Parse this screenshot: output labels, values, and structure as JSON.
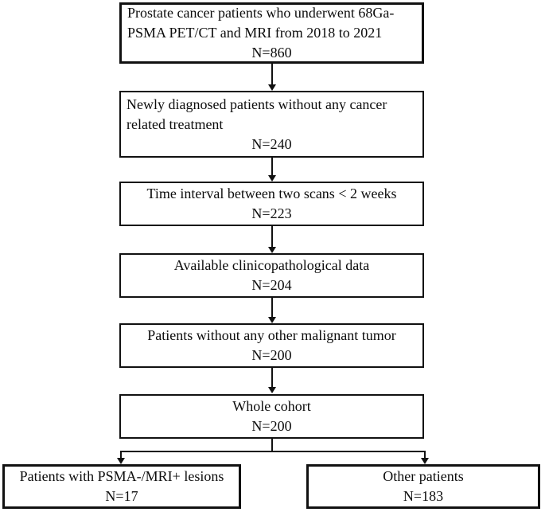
{
  "figure": {
    "background_color": "#ffffff",
    "line_color": "#111111",
    "text_color": "#0d0d0d"
  },
  "flowchart": {
    "boxes": [
      {
        "id": "initial-cohort",
        "lines": [
          "Prostate cancer patients who underwent 68Ga-",
          "PSMA PET/CT and MRI from 2018 to 2021"
        ],
        "n": "N=860"
      },
      {
        "id": "newly-diagnosed",
        "lines": [
          "Newly diagnosed patients without any cancer",
          "related treatment"
        ],
        "n": "N=240"
      },
      {
        "id": "time-interval",
        "lines": [
          "Time interval between two scans < 2 weeks"
        ],
        "n": "N=223"
      },
      {
        "id": "clinicopathological-data",
        "lines": [
          "Available clinicopathological data"
        ],
        "n": "N=204"
      },
      {
        "id": "no-other-malignant-tumor",
        "lines": [
          "Patients without any other malignant tumor"
        ],
        "n": "N=200"
      },
      {
        "id": "whole-cohort",
        "lines": [
          "Whole cohort"
        ],
        "n": "N=200"
      },
      {
        "id": "psma-neg-mri-pos",
        "lines": [
          "Patients with PSMA-/MRI+ lesions"
        ],
        "n": "N=17"
      },
      {
        "id": "other-patients",
        "lines": [
          "Other patients"
        ],
        "n": "N=183"
      }
    ]
  }
}
